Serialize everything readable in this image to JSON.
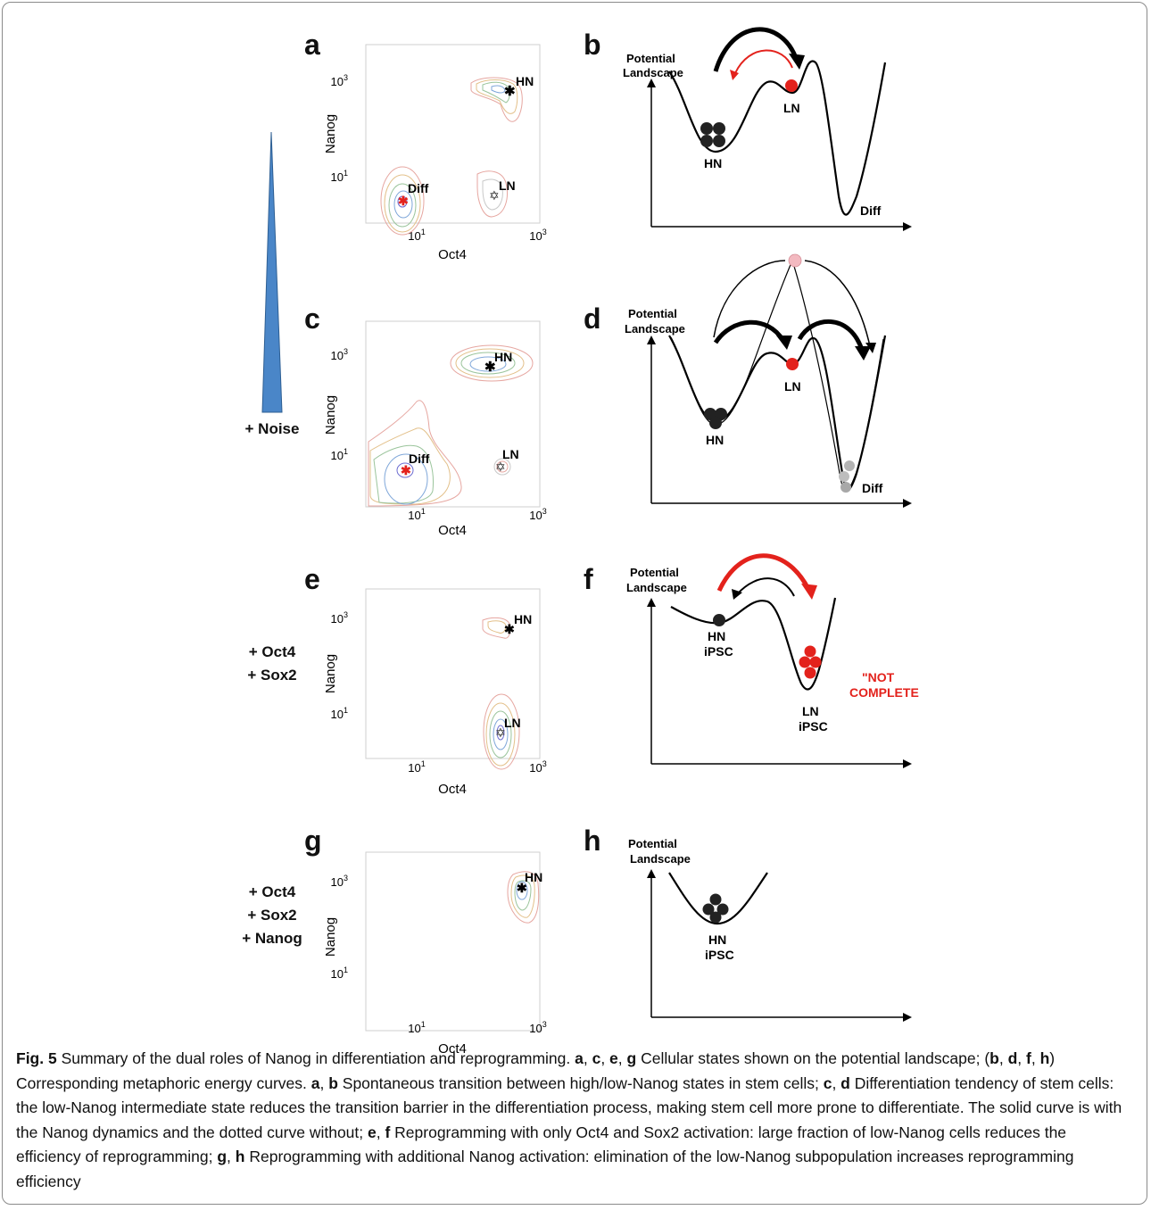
{
  "panels": {
    "a": "a",
    "b": "b",
    "c": "c",
    "d": "d",
    "e": "e",
    "f": "f",
    "g": "g",
    "h": "h"
  },
  "conditions": {
    "noise": "+ Noise",
    "oct4": "+ Oct4",
    "sox2": "+ Sox2",
    "nanog": "+ Nanog"
  },
  "contour_plots": {
    "xlabel": "Oct4",
    "ylabel": "Nanog",
    "xtick_labels": [
      "10",
      "10"
    ],
    "xtick_exponents": [
      "1",
      "3"
    ],
    "ytick_labels": [
      "10",
      "10"
    ],
    "ytick_exponents": [
      "3",
      "1"
    ],
    "state_labels": {
      "hn": "HN",
      "ln": "LN",
      "diff": "Diff"
    }
  },
  "landscapes": {
    "axis_title_line1": "Potential",
    "axis_title_line2": "Landscape",
    "hn": "HN",
    "ln": "LN",
    "diff": "Diff",
    "ipsc": "iPSC",
    "not_complete_line1": "\"NOT",
    "not_complete_line2": "COMPLETE\""
  },
  "colors": {
    "noise_triangle": "#4a86c8",
    "red_state": "#e3221c",
    "black_state": "#222222"
  },
  "caption": {
    "fig": "Fig. 5",
    "s1": " Summary of the dual roles of Nanog in differentiation and reprogramming. ",
    "a": "a",
    "c": "c",
    "e": "e",
    "g": "g",
    "b": "b",
    "d": "d",
    "f": "f",
    "h": "h",
    "sep": ", ",
    "s2": " Cellular states shown on the potential landscape; (",
    "s3": ") Corresponding metaphoric energy curves. ",
    "s4": " Spontaneous transition between high/low-Nanog states in stem cells; ",
    "s5": " Differentiation tendency of stem cells: the low-Nanog intermediate state reduces the transition barrier in the differentiation process, making stem cell more prone to differentiate. The solid curve is with the Nanog dynamics and the dotted curve without; ",
    "s6": " Reprogramming with only Oct4 and Sox2 activation: large fraction of low-Nanog cells reduces the efficiency of reprogramming; ",
    "s7": " Reprogramming with additional Nanog activation: elimination of the low-Nanog subpopulation increases reprogramming efficiency"
  }
}
